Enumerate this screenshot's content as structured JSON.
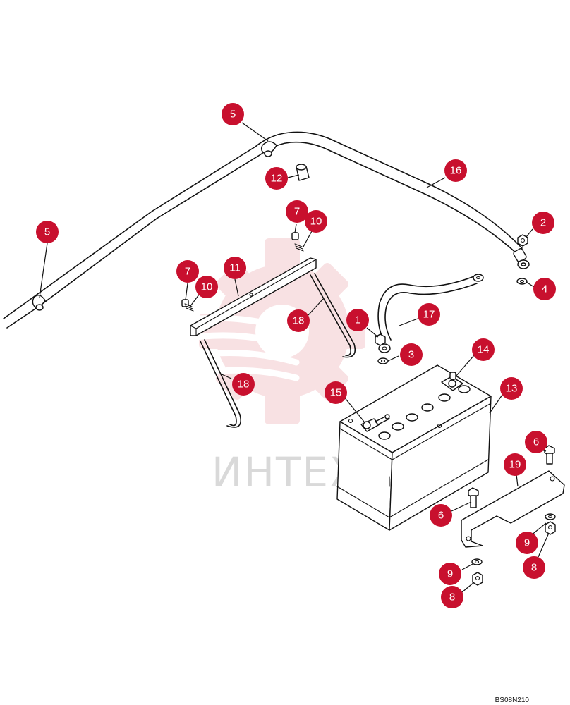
{
  "diagram_code": "BS08N210",
  "watermark": {
    "text": "ИНТЕХ"
  },
  "colors": {
    "callout": "#c8102e",
    "watermark_logo": "#f4c9cd",
    "watermark_text": "#d9d9d9",
    "line": "#111111"
  },
  "callouts": [
    {
      "id": "c1",
      "label": "5"
    },
    {
      "id": "c2",
      "label": "5"
    },
    {
      "id": "c3",
      "label": "12"
    },
    {
      "id": "c4",
      "label": "16"
    },
    {
      "id": "c5",
      "label": "2"
    },
    {
      "id": "c6",
      "label": "4"
    },
    {
      "id": "c7",
      "label": "7"
    },
    {
      "id": "c8",
      "label": "10"
    },
    {
      "id": "c9",
      "label": "7"
    },
    {
      "id": "c10",
      "label": "10"
    },
    {
      "id": "c11",
      "label": "11"
    },
    {
      "id": "c12",
      "label": "18"
    },
    {
      "id": "c13",
      "label": "18"
    },
    {
      "id": "c14",
      "label": "1"
    },
    {
      "id": "c15",
      "label": "17"
    },
    {
      "id": "c16",
      "label": "3"
    },
    {
      "id": "c17",
      "label": "14"
    },
    {
      "id": "c18",
      "label": "15"
    },
    {
      "id": "c19",
      "label": "13"
    },
    {
      "id": "c20",
      "label": "6"
    },
    {
      "id": "c21",
      "label": "19"
    },
    {
      "id": "c22",
      "label": "6"
    },
    {
      "id": "c23",
      "label": "9"
    },
    {
      "id": "c24",
      "label": "8"
    },
    {
      "id": "c25",
      "label": "9"
    },
    {
      "id": "c26",
      "label": "8"
    }
  ]
}
